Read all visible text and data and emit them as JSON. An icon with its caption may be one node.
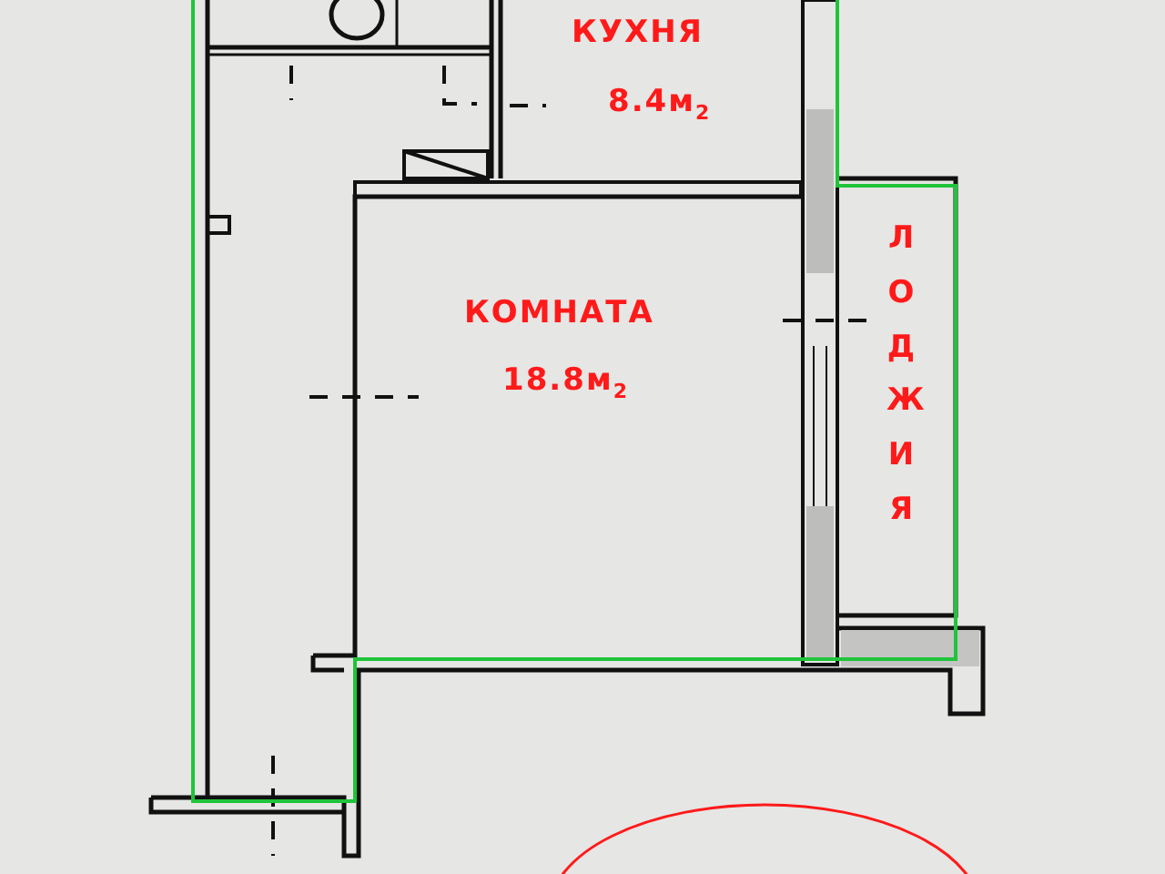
{
  "diagram": {
    "labels": [
      "КУХНЯ",
      "8.4м$_{2}$",
      "КОМНАТА",
      "18.8м$_{2}$",
      "ЛОДЖИЯ"
    ]
  }
}
